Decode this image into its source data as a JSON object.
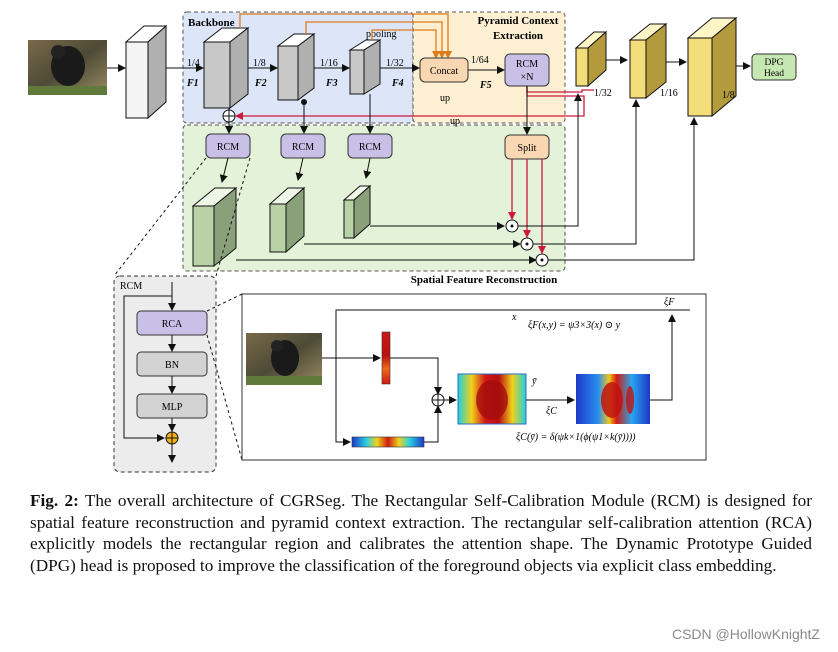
{
  "diagram": {
    "backbone": {
      "title": "Backbone",
      "pooling": "pooling",
      "scales": [
        "1/4",
        "1/8",
        "1/16",
        "1/32"
      ],
      "features": [
        "F1",
        "F2",
        "F3",
        "F4"
      ]
    },
    "pyramid": {
      "title_line1": "Pyramid Context",
      "title_line2": "Extraction",
      "concat": "Concat",
      "scale": "1/64",
      "rcm_line1": "RCM",
      "rcm_line2": "×N",
      "feature": "F5"
    },
    "upsample_labels": [
      "up",
      "up"
    ],
    "decoder_scales": [
      "1/32",
      "1/16",
      "1/8"
    ],
    "dpg_line1": "DPG",
    "dpg_line2": "Head",
    "sfr": {
      "title": "Spatial Feature Reconstruction",
      "rcm_labels": [
        "RCM",
        "RCM",
        "RCM"
      ],
      "split": "Split"
    },
    "rcm_detail": {
      "title": "RCM",
      "blocks": [
        "RCA",
        "BN",
        "MLP"
      ]
    },
    "rca_detail": {
      "x_label": "x",
      "xiF_label": "ξF",
      "eq1": "ξF(x,y) = ψ3×3(x) ⊙ y",
      "ybar": "ȳ",
      "xiC_label": "ξC",
      "eq2": "ξC(ȳ) = δ(ψk×1(ϕ(ψ1×k(ȳ))))"
    },
    "colors": {
      "backbone_fill": "#dce6f8",
      "pyramid_fill": "#fdf0d2",
      "sfr_fill": "#e3f2d9",
      "rcm_box": "#c8c0e6",
      "concat_box": "#f8d7b2",
      "split_box": "#f8d7b2",
      "arrow_orange": "#e07b1a",
      "arrow_red": "#cc1a3c",
      "arrow_blue": "#3558b8"
    }
  },
  "caption": {
    "label": "Fig. 2:",
    "text": "The overall architecture of CGRSeg. The Rectangular Self-Calibration Module (RCM) is designed for spatial feature reconstruction and pyramid context extraction. The rectangular self-calibration attention (RCA) explicitly models the rectangular region and calibrates the attention shape. The Dynamic Prototype Guided (DPG) head is proposed to improve the classification of the foreground objects via explicit class embedding."
  },
  "watermark": "CSDN @HollowKnightZ"
}
